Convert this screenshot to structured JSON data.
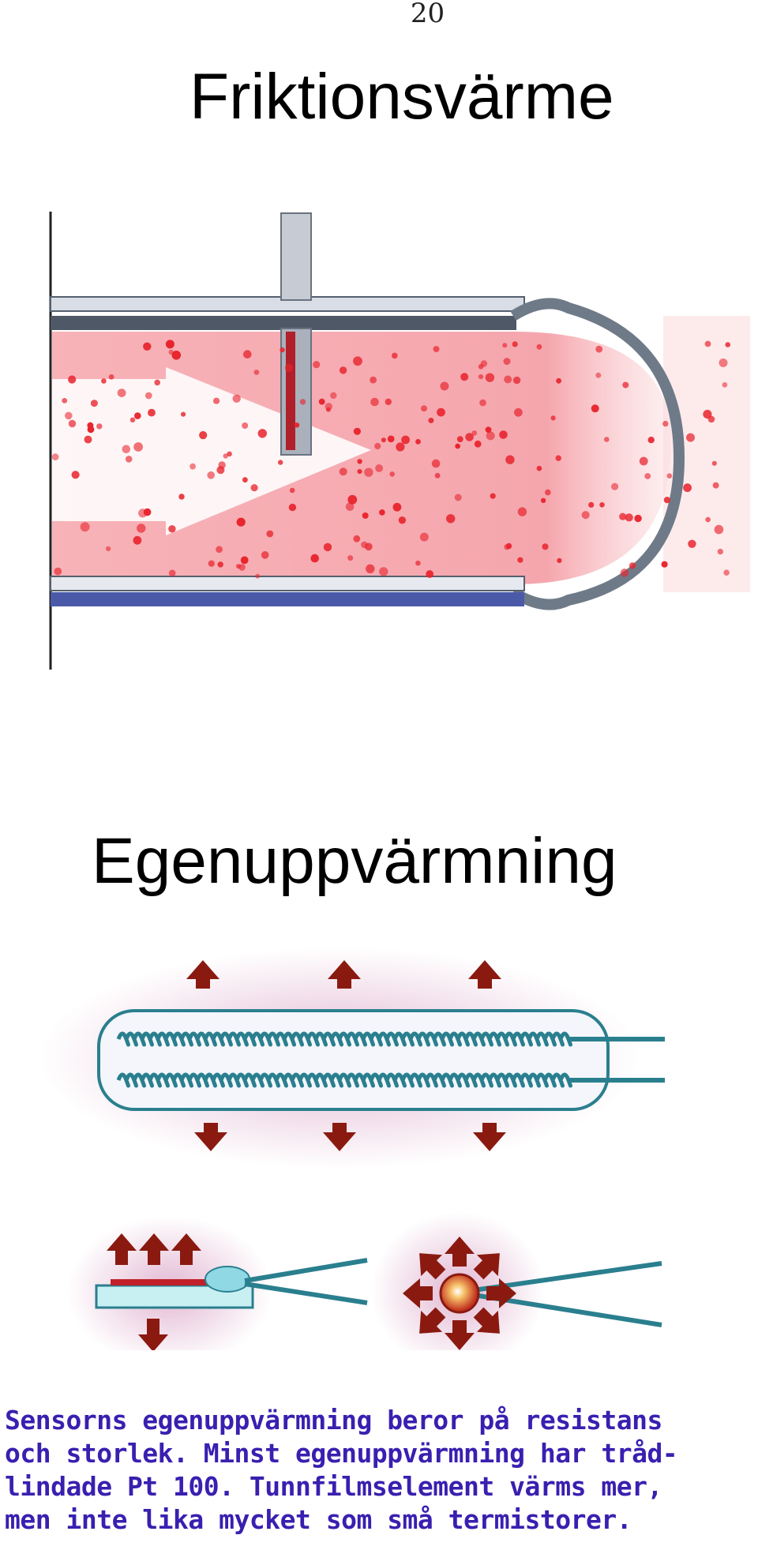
{
  "page": {
    "number": "20"
  },
  "sections": [
    {
      "title": "Friktionsvärme"
    },
    {
      "title": "Egenuppvärmning"
    }
  ],
  "caption": {
    "lines": [
      "Sensorns egenuppvärmning beror på resistans",
      "och storlek. Minst egenuppvärmning har tråd-",
      "lindade Pt 100. Tunnfilmselement värms mer,",
      "men inte lika mycket som små termistorer."
    ]
  },
  "colors": {
    "caption": "#3a1fb0",
    "dots": "#e8242e",
    "arrows": "#8a1a10",
    "wire": "#2a7f8e"
  }
}
